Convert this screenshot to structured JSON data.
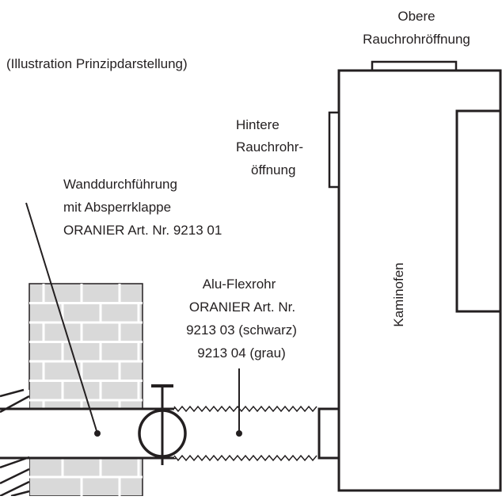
{
  "caption": "(Illustration Prinzipdarstellung)",
  "top_outlet_label": [
    "Obere",
    "Rauchrohröffnung"
  ],
  "rear_outlet_label": [
    "Hintere",
    "Rauchrohr-",
    "öffnung"
  ],
  "wall_passage_label": [
    "Wanddurchführung",
    "mit Absperrklappe",
    "ORANIER Art. Nr. 9213 01"
  ],
  "flex_pipe_label": [
    "Alu-Flexrohr",
    "ORANIER Art. Nr.",
    "9213 03 (schwarz)",
    "9213 04 (grau)"
  ],
  "stove_label": "Kaminofen",
  "colors": {
    "line": "#231f20",
    "background": "#ffffff",
    "brick": "#d9d9d9"
  }
}
